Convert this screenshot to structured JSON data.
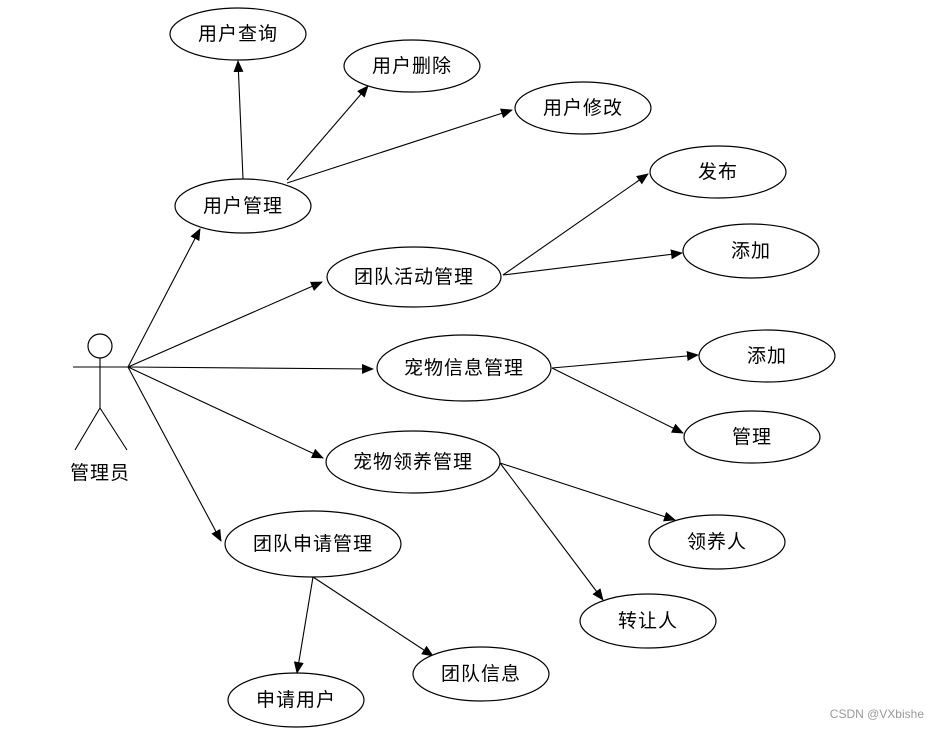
{
  "actor": {
    "label": "管理员"
  },
  "use_cases": [
    {
      "id": "uc_query",
      "label": "用户查询"
    },
    {
      "id": "uc_delete",
      "label": "用户删除"
    },
    {
      "id": "uc_modify",
      "label": "用户修改"
    },
    {
      "id": "uc_user_mgmt",
      "label": "用户管理"
    },
    {
      "id": "uc_publish",
      "label": "发布"
    },
    {
      "id": "uc_team_activity",
      "label": "团队活动管理"
    },
    {
      "id": "uc_add1",
      "label": "添加"
    },
    {
      "id": "uc_pet_info",
      "label": "宠物信息管理"
    },
    {
      "id": "uc_add2",
      "label": "添加"
    },
    {
      "id": "uc_manage",
      "label": "管理"
    },
    {
      "id": "uc_pet_adopt",
      "label": "宠物领养管理"
    },
    {
      "id": "uc_adopter",
      "label": "领养人"
    },
    {
      "id": "uc_team_apply",
      "label": "团队申请管理"
    },
    {
      "id": "uc_transferor",
      "label": "转让人"
    },
    {
      "id": "uc_team_info",
      "label": "团队信息"
    },
    {
      "id": "uc_applicant",
      "label": "申请用户"
    }
  ],
  "edges": [
    [
      "actor",
      "uc_user_mgmt"
    ],
    [
      "actor",
      "uc_team_activity"
    ],
    [
      "actor",
      "uc_pet_info"
    ],
    [
      "actor",
      "uc_pet_adopt"
    ],
    [
      "actor",
      "uc_team_apply"
    ],
    [
      "uc_user_mgmt",
      "uc_query"
    ],
    [
      "uc_user_mgmt",
      "uc_delete"
    ],
    [
      "uc_user_mgmt",
      "uc_modify"
    ],
    [
      "uc_team_activity",
      "uc_publish"
    ],
    [
      "uc_team_activity",
      "uc_add1"
    ],
    [
      "uc_pet_info",
      "uc_add2"
    ],
    [
      "uc_pet_info",
      "uc_manage"
    ],
    [
      "uc_pet_adopt",
      "uc_adopter"
    ],
    [
      "uc_pet_adopt",
      "uc_transferor"
    ],
    [
      "uc_team_apply",
      "uc_applicant"
    ],
    [
      "uc_team_apply",
      "uc_team_info"
    ]
  ],
  "watermark": "CSDN @VXbishe"
}
